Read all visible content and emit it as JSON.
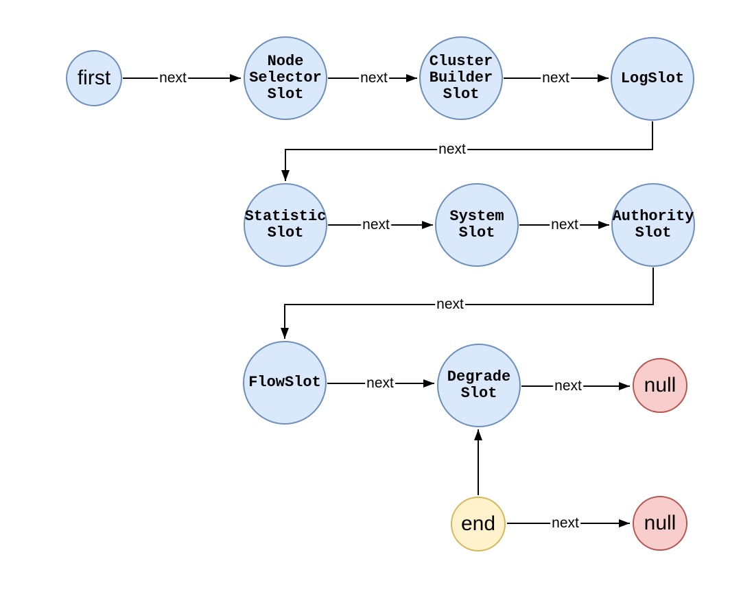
{
  "diagram": {
    "background": "#ffffff",
    "edge_color": "#000000",
    "styles": {
      "blue": {
        "fill": "#dae8fc",
        "stroke": "#6c8ebf"
      },
      "yellow": {
        "fill": "#fff2cc",
        "stroke": "#d6b656"
      },
      "red": {
        "fill": "#f8cecc",
        "stroke": "#b85450"
      }
    },
    "nodes": [
      {
        "id": "first",
        "label": "first",
        "color": "blue"
      },
      {
        "id": "node-selector-slot",
        "label": "Node\nSelector\nSlot",
        "color": "blue"
      },
      {
        "id": "cluster-builder-slot",
        "label": "Cluster\nBuilder\nSlot",
        "color": "blue"
      },
      {
        "id": "log-slot",
        "label": "LogSlot",
        "color": "blue"
      },
      {
        "id": "statistic-slot",
        "label": "Statistic\nSlot",
        "color": "blue"
      },
      {
        "id": "system-slot",
        "label": "System\nSlot",
        "color": "blue"
      },
      {
        "id": "authority-slot",
        "label": "Authority\nSlot",
        "color": "blue"
      },
      {
        "id": "flow-slot",
        "label": "FlowSlot",
        "color": "blue"
      },
      {
        "id": "degrade-slot",
        "label": "Degrade\nSlot",
        "color": "blue"
      },
      {
        "id": "null-after-degrade",
        "label": "null",
        "color": "red"
      },
      {
        "id": "end",
        "label": "end",
        "color": "yellow"
      },
      {
        "id": "null-after-end",
        "label": "null",
        "color": "red"
      }
    ],
    "edges": [
      {
        "from": "first",
        "to": "node-selector-slot",
        "label": "next"
      },
      {
        "from": "node-selector-slot",
        "to": "cluster-builder-slot",
        "label": "next"
      },
      {
        "from": "cluster-builder-slot",
        "to": "log-slot",
        "label": "next"
      },
      {
        "from": "log-slot",
        "to": "statistic-slot",
        "label": "next"
      },
      {
        "from": "statistic-slot",
        "to": "system-slot",
        "label": "next"
      },
      {
        "from": "system-slot",
        "to": "authority-slot",
        "label": "next"
      },
      {
        "from": "authority-slot",
        "to": "flow-slot",
        "label": "next"
      },
      {
        "from": "flow-slot",
        "to": "degrade-slot",
        "label": "next"
      },
      {
        "from": "degrade-slot",
        "to": "null-after-degrade",
        "label": "next"
      },
      {
        "from": "end",
        "to": "degrade-slot",
        "label": ""
      },
      {
        "from": "end",
        "to": "null-after-end",
        "label": "next"
      }
    ]
  }
}
